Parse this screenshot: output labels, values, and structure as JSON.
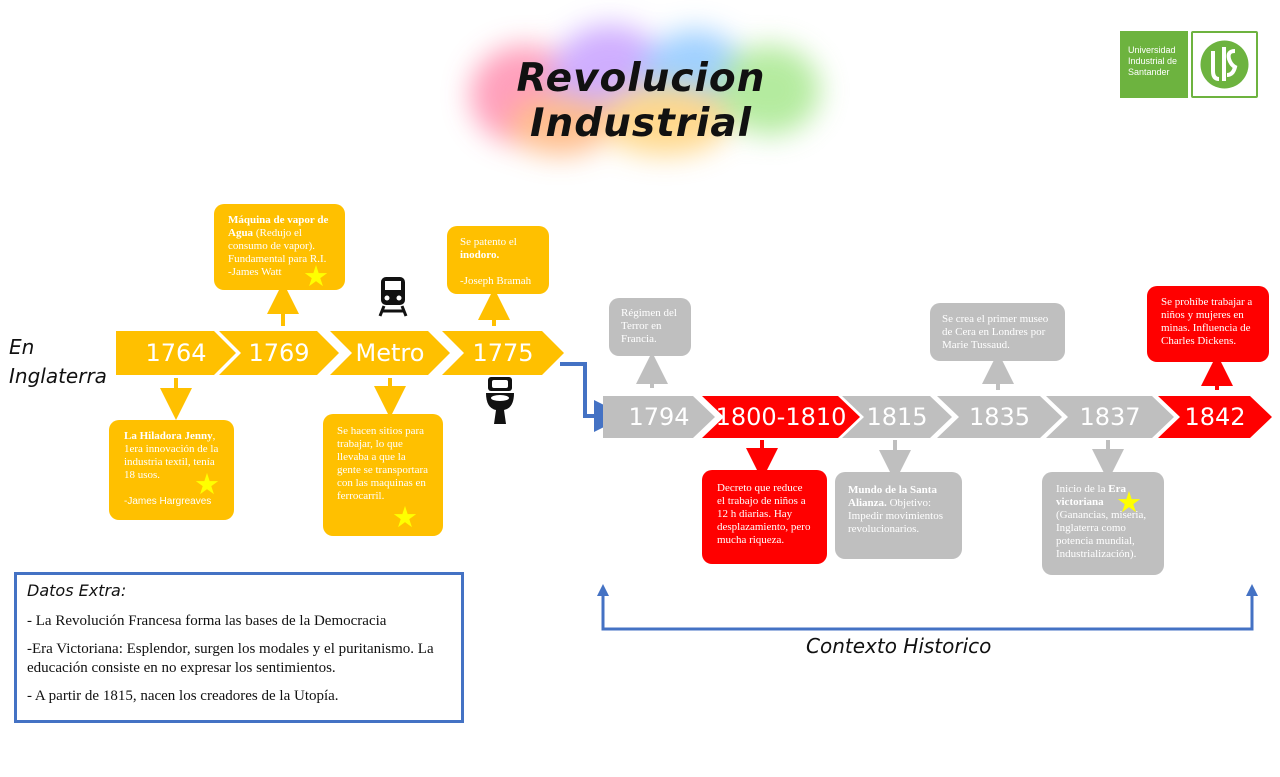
{
  "header": {
    "title": "Revolucion Industrial"
  },
  "logo": {
    "text": "Universidad Industrial de Santander"
  },
  "country_label": "En Inglaterra",
  "colors": {
    "yellow": "#ffc000",
    "gray": "#bfbfbf",
    "red": "#ff0000",
    "blue": "#4472c4",
    "green": "#6db33f"
  },
  "timeline_england": [
    {
      "label": "1764"
    },
    {
      "label": "1769"
    },
    {
      "label": "Metro"
    },
    {
      "label": "1775"
    }
  ],
  "timeline_context": [
    {
      "label": "1794"
    },
    {
      "label": "1800-1810"
    },
    {
      "label": "1815"
    },
    {
      "label": "1835"
    },
    {
      "label": "1837"
    },
    {
      "label": "1842"
    }
  ],
  "icons": {
    "train": "train-icon",
    "toilet": "toilet-icon",
    "star": "star-icon"
  },
  "boxes": {
    "maquina": {
      "bold": "Máquina de vapor de Agua",
      "text": " (Redujo el consumo de vapor). Fundamental para R.I.",
      "author": "-James Watt"
    },
    "inodoro": {
      "pre": "Se patento el ",
      "bold": "inodoro.",
      "author": "-Joseph Bramah"
    },
    "hiladora": {
      "bold": "La Hiladora Jenny",
      "text": ", 1era innovación de la industria textil, tenía 18 usos.",
      "author": "-James Hargreaves"
    },
    "metro": {
      "text": "Se hacen sitios para trabajar, lo que llevaba a que la gente se transportara con las maquinas en ferrocarril."
    },
    "regimen": {
      "text": "Régimen del Terror en Francia."
    },
    "museo": {
      "text": "Se crea el primer museo de Cera en Londres por Marie Tussaud."
    },
    "prohibe": {
      "text": "Se prohíbe trabajar a niños y mujeres en minas. Influencia de Charles Dickens."
    },
    "decreto": {
      "text": "Decreto que reduce el trabajo de niños a 12 h diarias. Hay desplazamiento, pero mucha riqueza."
    },
    "alianza": {
      "bold": "Mundo de la Santa Alianza.",
      "text": " Objetivo: Impedir movimientos revolucionarios."
    },
    "victoriana": {
      "pre": "Inicio de la ",
      "bold": "Era victoriana",
      "text": " (Ganancias, miseria, Inglaterra como potencia mundial, Industrialización)."
    }
  },
  "extra": {
    "title": "Datos Extra:",
    "lines": [
      "- La Revolución Francesa forma las bases de la Democracia",
      "-Era Victoriana: Esplendor, surgen los modales y el puritanismo. La educación consiste en no expresar los sentimientos.",
      "- A partir de 1815, nacen los creadores de la Utopía."
    ]
  },
  "context_label": "Contexto Historico"
}
